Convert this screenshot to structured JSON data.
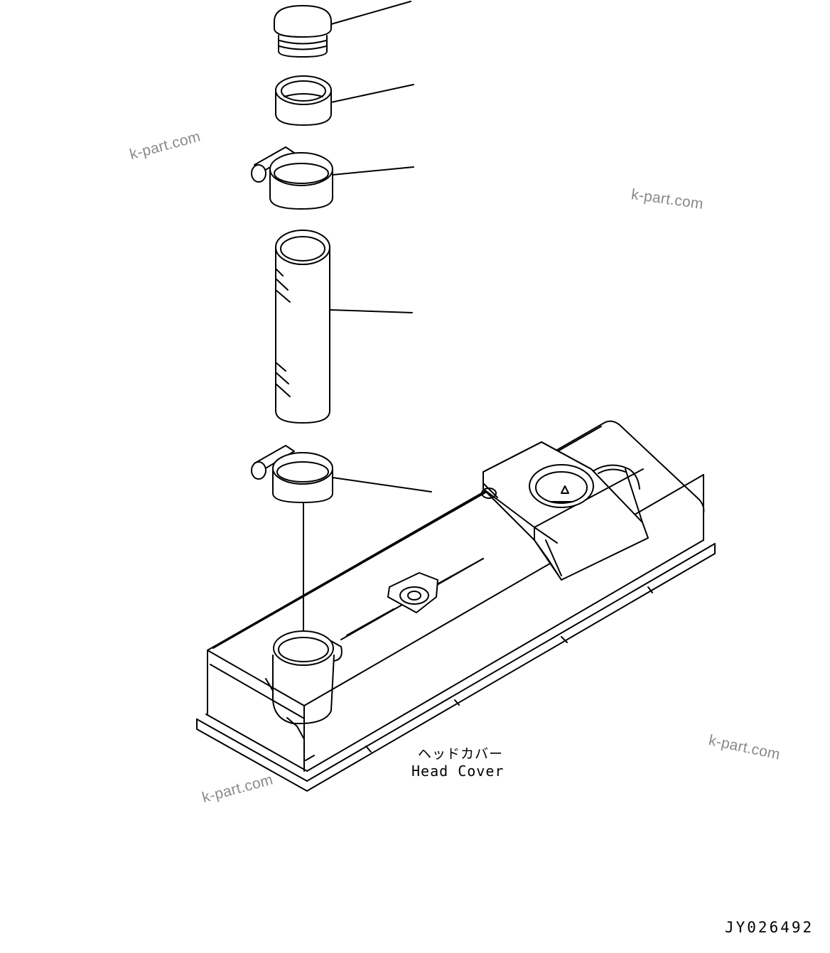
{
  "drawing": {
    "parts": [
      {
        "name": "cap",
        "icon": "cap-plug-icon"
      },
      {
        "name": "adapter-ring",
        "icon": "ring-icon"
      },
      {
        "name": "upper-hose-clamp",
        "icon": "hose-clamp-icon"
      },
      {
        "name": "breather-hose",
        "icon": "hose-icon"
      },
      {
        "name": "lower-hose-clamp",
        "icon": "hose-clamp-icon"
      },
      {
        "name": "head-cover",
        "icon": "head-cover-icon"
      }
    ],
    "label_jp": "ヘッドカバー",
    "label_en": "Head Cover",
    "figure_number": "JY026492"
  },
  "watermarks": [
    "k-part.com",
    "k-part.com",
    "k-part.com",
    "k-part.com"
  ],
  "colors": {
    "line": "#000000",
    "watermark": "#8a8a8a",
    "background": "#ffffff"
  }
}
